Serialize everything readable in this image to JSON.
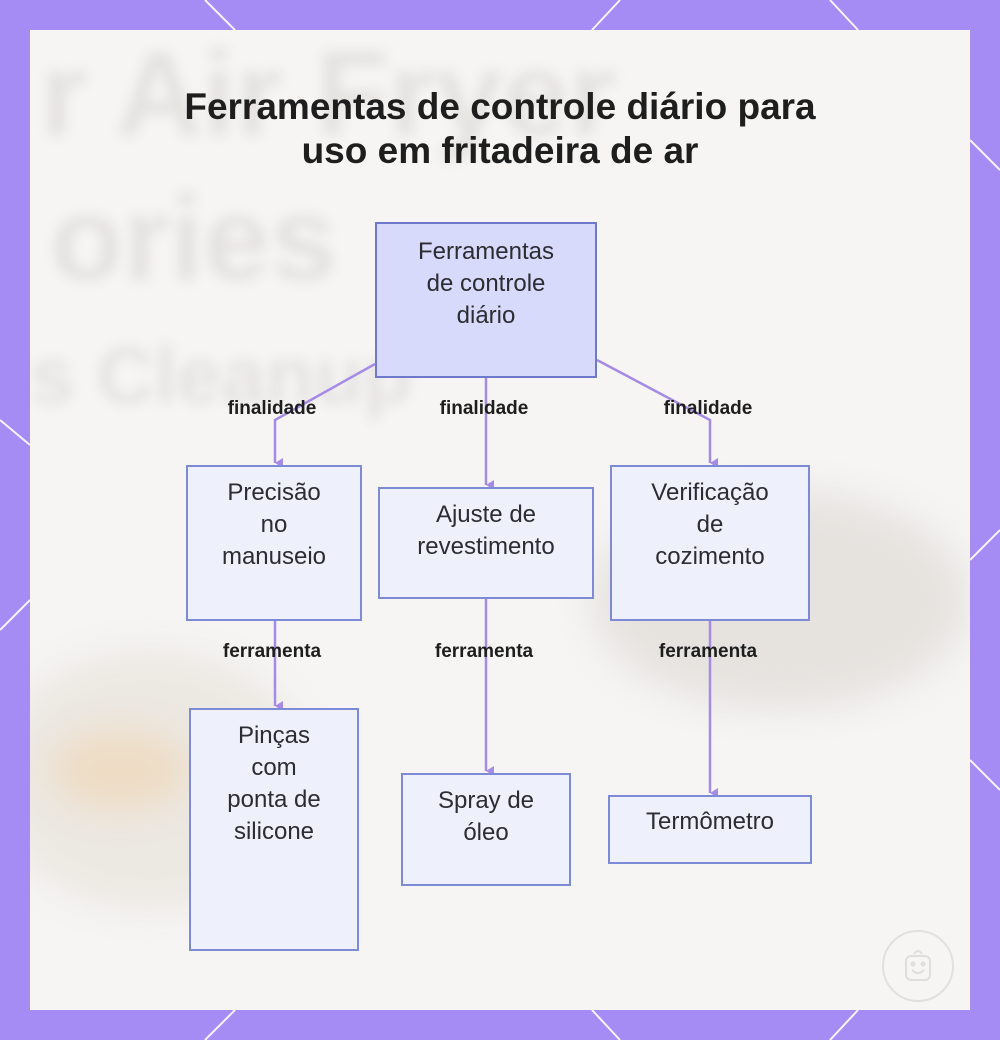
{
  "title": {
    "line1": "Ferramentas de controle diário para",
    "line2": "uso em fritadeira de ar"
  },
  "background_words": [
    "r Air Fryer",
    "ories",
    "s Cleanup"
  ],
  "nodes": {
    "root": {
      "lines": [
        "Ferramentas",
        "de controle",
        "diário"
      ]
    },
    "precisao": {
      "lines": [
        "Precisão",
        "no",
        "manuseio"
      ]
    },
    "ajuste": {
      "lines": [
        "Ajuste de",
        "revestimento"
      ]
    },
    "verificacao": {
      "lines": [
        "Verificação",
        "de",
        "cozimento"
      ]
    },
    "pincas": {
      "lines": [
        "Pinças",
        "com",
        "ponta de",
        "silicone"
      ]
    },
    "spray": {
      "lines": [
        "Spray de",
        "óleo"
      ]
    },
    "termometro": {
      "lines": [
        "Termômetro"
      ]
    }
  },
  "edge_labels": {
    "purpose_left": "finalidade",
    "purpose_center": "finalidade",
    "purpose_right": "finalidade",
    "tool_left": "ferramenta",
    "tool_center": "ferramenta",
    "tool_right": "ferramenta"
  },
  "colors": {
    "frame": "#a48cf4",
    "edge": "#a58be6",
    "node_border": "#7d8bd6",
    "root_fill": "#d7dafa",
    "node_fill": "#eef0fc"
  },
  "logo_icon": "smiley-cup-icon"
}
